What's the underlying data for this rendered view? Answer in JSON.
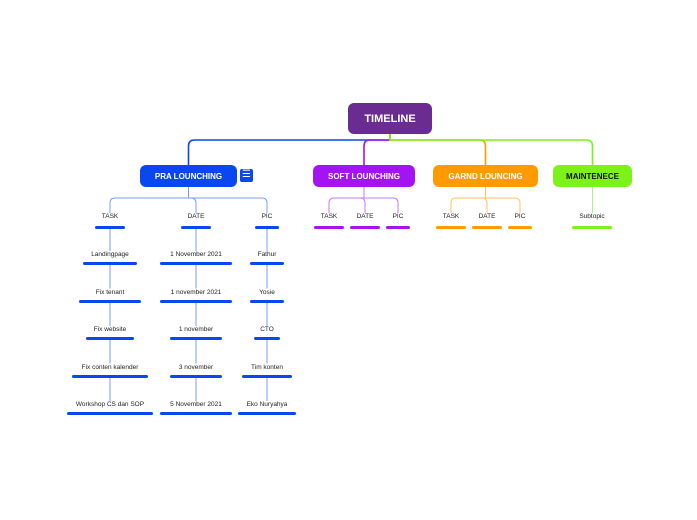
{
  "root": {
    "label": "TIMELINE",
    "color": "#6a2c91"
  },
  "branches": [
    {
      "label": "PRA LOUNCHING",
      "color": "#0a47f0",
      "line_color": "#7a9cf5",
      "has_menu": true,
      "columns": [
        {
          "header": "TASK",
          "items": [
            "Landingpage",
            "Fix tenant",
            "Fix website",
            "Fix conten kalender",
            "Workshop CS dan SOP"
          ]
        },
        {
          "header": "DATE",
          "items": [
            "1 November 2021",
            "1 november 2021",
            "1 november",
            "3 november",
            "5 November 2021"
          ]
        },
        {
          "header": "PIC",
          "items": [
            "Fathur",
            "Yosie",
            "CTO",
            "Tim konten",
            "Eko Nuryahya"
          ]
        }
      ]
    },
    {
      "label": "SOFT LOUNCHING",
      "color": "#a414f2",
      "line_color": "#c77af5",
      "has_menu": false,
      "columns": [
        {
          "header": "TASK",
          "items": []
        },
        {
          "header": "DATE",
          "items": []
        },
        {
          "header": "PIC",
          "items": []
        }
      ]
    },
    {
      "label": "GARND LOUNCING",
      "color": "#ff9a00",
      "line_color": "#ffc266",
      "has_menu": false,
      "columns": [
        {
          "header": "TASK",
          "items": []
        },
        {
          "header": "DATE",
          "items": []
        },
        {
          "header": "PIC",
          "items": []
        }
      ]
    },
    {
      "label": "MAINTENECE",
      "color": "#7cf21a",
      "line_color": "#b2f27a",
      "has_menu": false,
      "columns": [
        {
          "header": "Subtopic",
          "items": []
        }
      ]
    }
  ],
  "icons": {
    "menu": "notes-icon"
  }
}
